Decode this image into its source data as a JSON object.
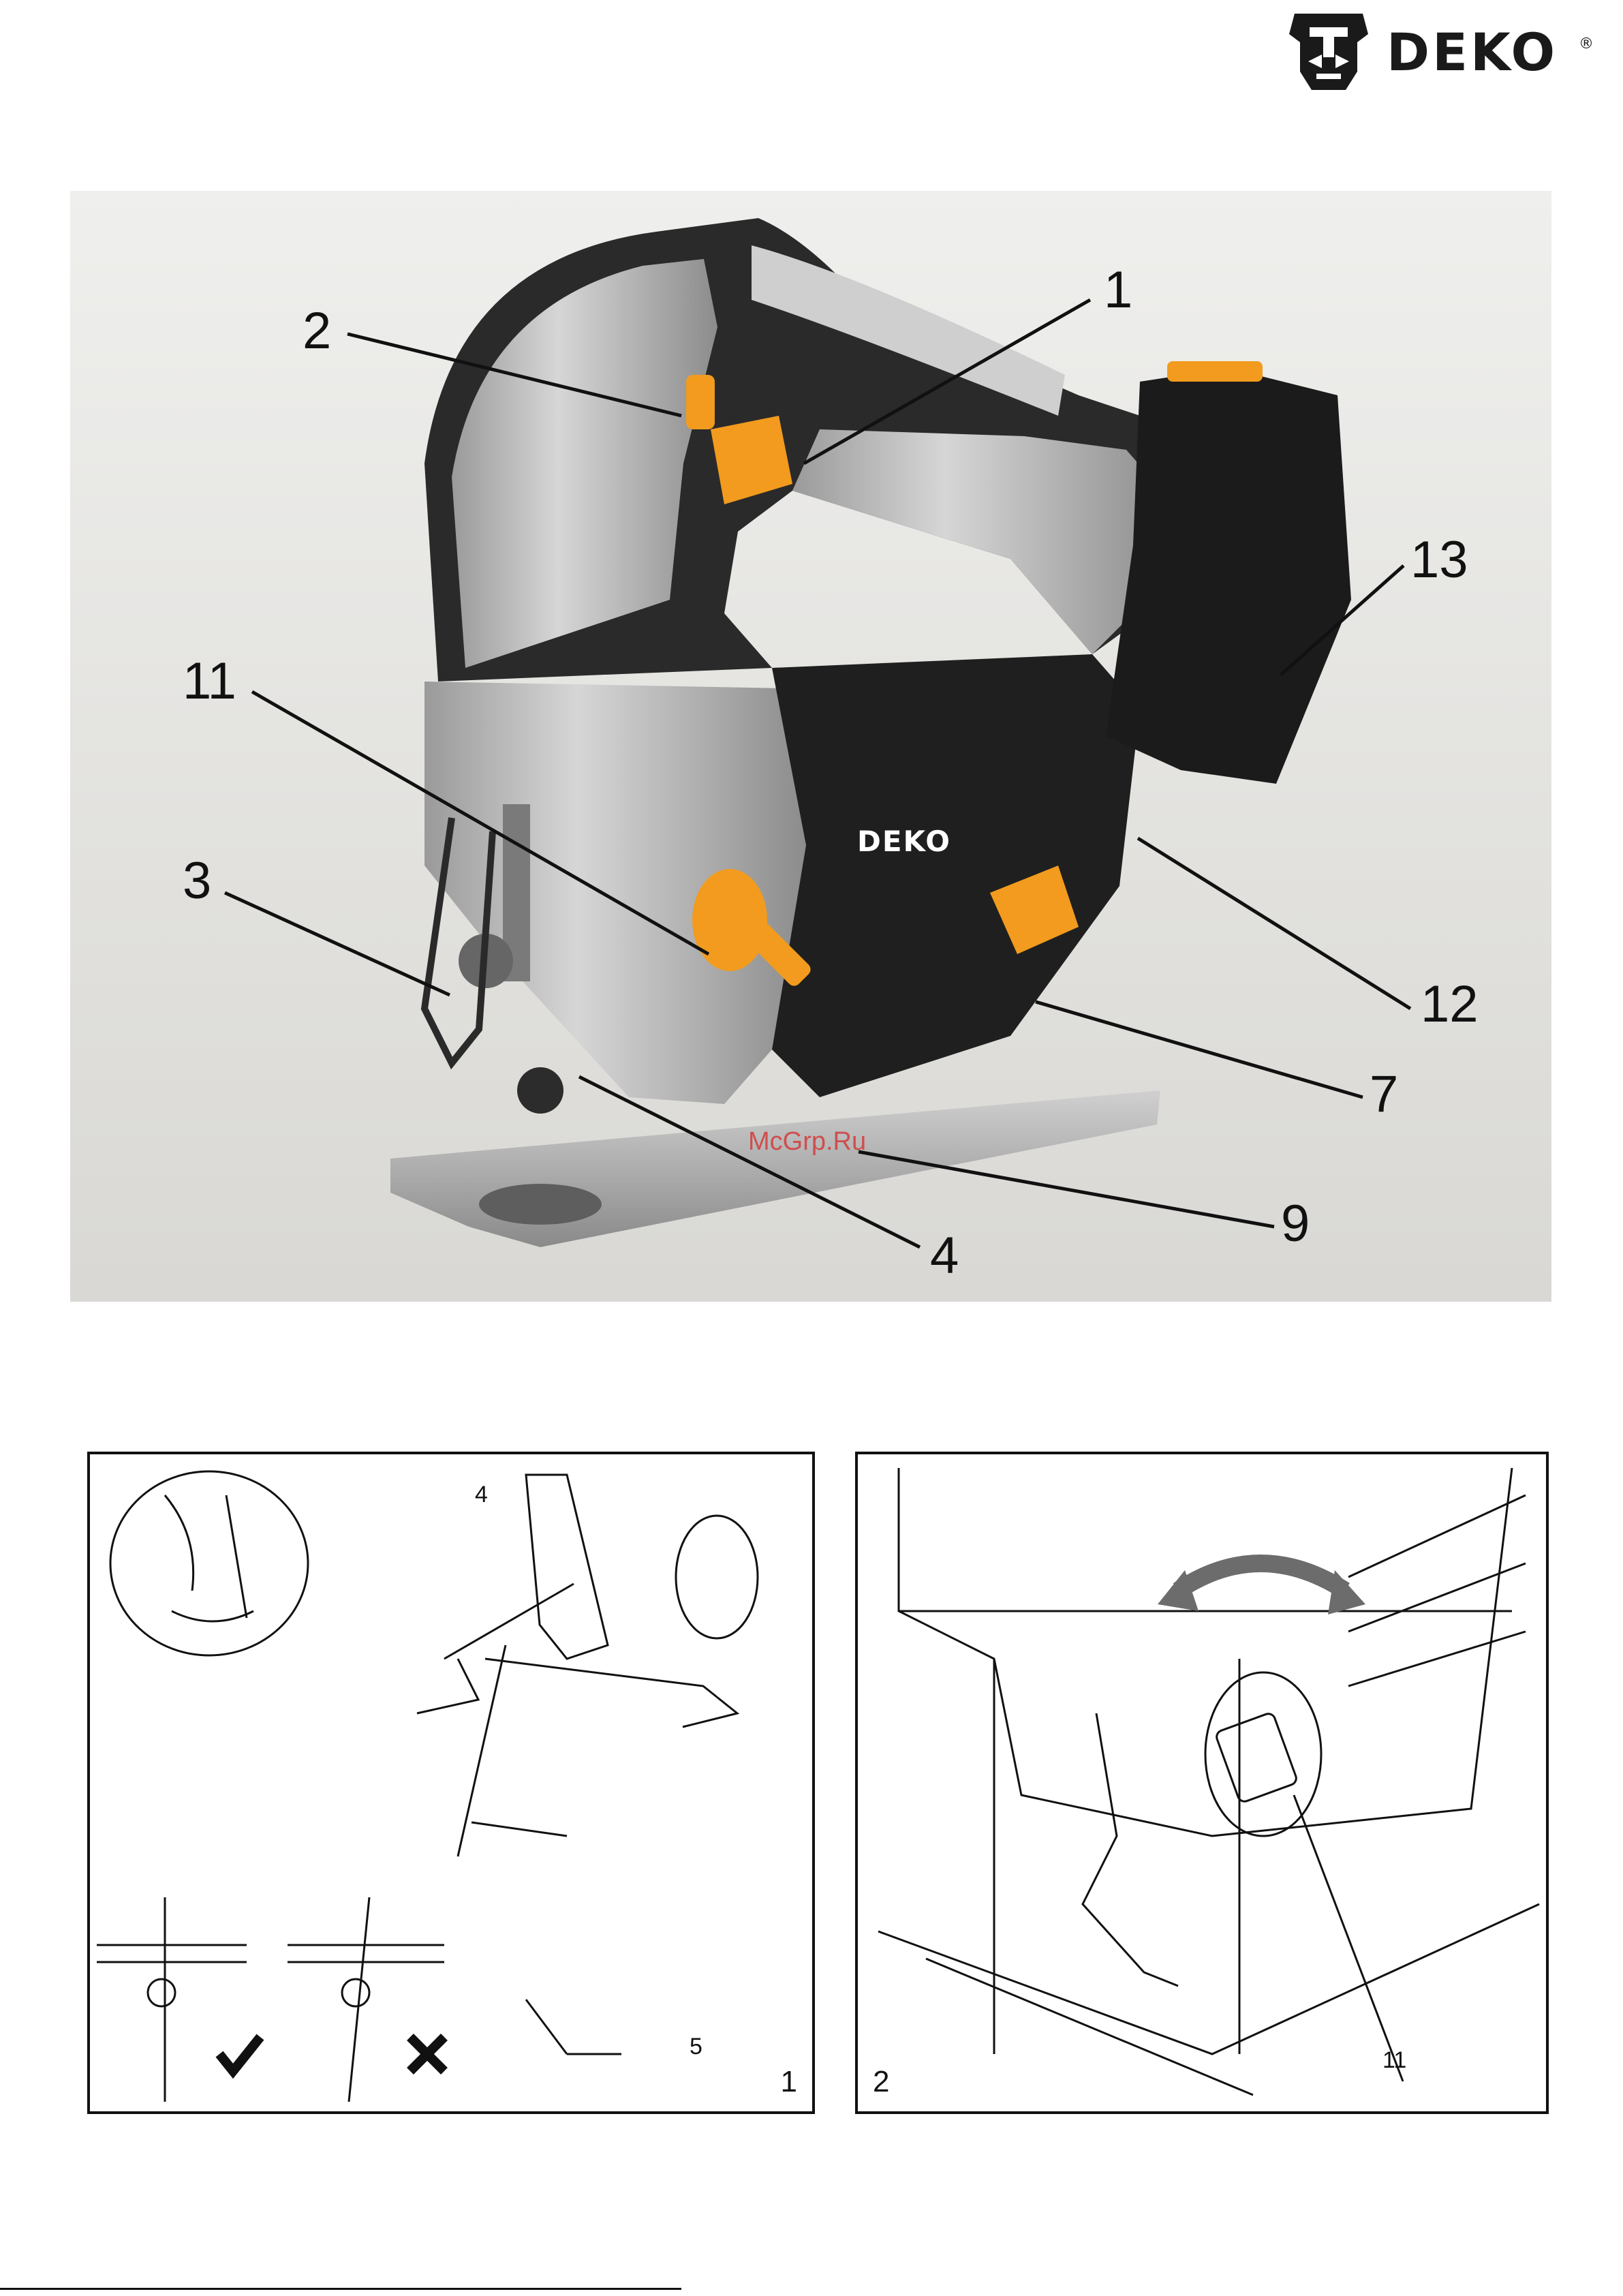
{
  "header": {
    "brand": "DEKO",
    "registered_mark": "®"
  },
  "photo": {
    "callouts": [
      "1",
      "2",
      "3",
      "4",
      "7",
      "9",
      "11",
      "12",
      "13"
    ],
    "body_logo": "DEKO",
    "watermark": "McGrp.Ru"
  },
  "figure1": {
    "number": "1",
    "labels": [
      "4",
      "5"
    ]
  },
  "figure2": {
    "number": "2",
    "labels": [
      "11"
    ]
  },
  "colors": {
    "accent_orange": "#f29b1e",
    "tool_black": "#1c1c1c",
    "tool_silver": "#b9b9b9",
    "photo_background": "#e9e9e7"
  },
  "icons": [
    "deko-logo-icon",
    "check-mark-icon",
    "cross-mark-icon",
    "double-arrow-icon"
  ]
}
